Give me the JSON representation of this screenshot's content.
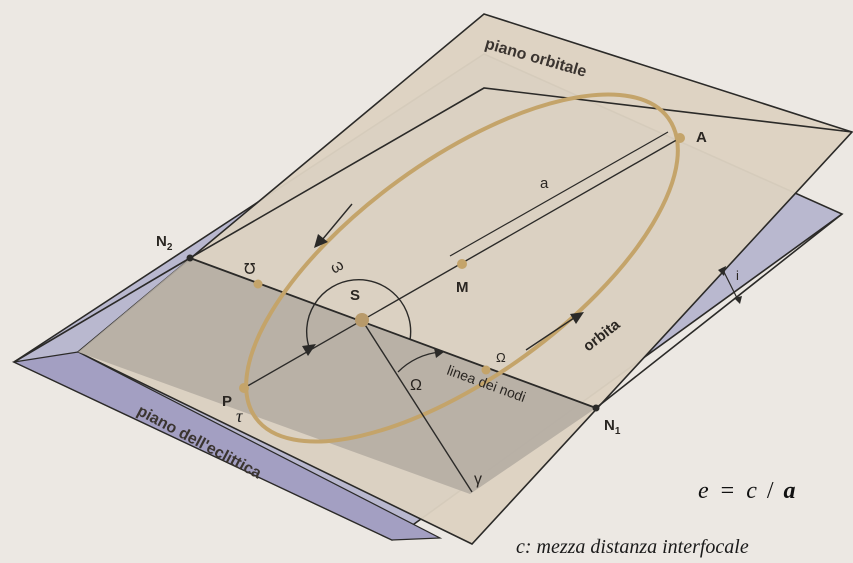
{
  "labels": {
    "plane_orbital": "piano orbitale",
    "plane_ecliptic": "piano dell'eclittica",
    "orbit": "orbita",
    "line_of_nodes": "linea dei nodi",
    "point_A": "A",
    "point_S": "S",
    "point_M": "M",
    "point_P": "P",
    "node_N1": "N",
    "node_N1_sub": "1",
    "node_N2": "N",
    "node_N2_sub": "2",
    "semi_major_axis": "a",
    "omega_small": "ω",
    "omega_capital": "Ω",
    "ascending_node_symbol": "Ω",
    "descending_node_symbol": "℧",
    "gamma_point": "γ",
    "inclination": "i",
    "tau": "τ"
  },
  "formula": {
    "e": "e",
    "equals": "=",
    "c": "c",
    "slash": "/",
    "a": "a"
  },
  "caption": "c: mezza distanza interfocale",
  "colors": {
    "orbital_plane": "#ddd2c2",
    "ecliptic_plane": "#b9b8cf",
    "ecliptic_band": "#9f9cbd",
    "shaded_intersection": "#b8afa5",
    "orbit": "#c4a46a",
    "lines": "#2b2a28"
  }
}
